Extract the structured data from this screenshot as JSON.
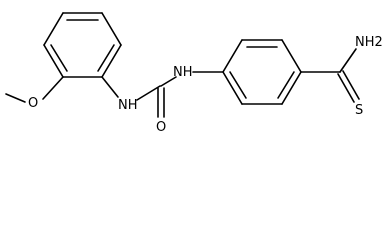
{
  "labels": {
    "amide_nitrogen": "NH2",
    "thio_sulfur": "S",
    "urea_nh_right": "NH",
    "urea_nh_left": "NH",
    "urea_oxygen": "O",
    "ether_oxygen": "O"
  },
  "colors": {
    "bond": "#000000",
    "background": "#ffffff"
  }
}
